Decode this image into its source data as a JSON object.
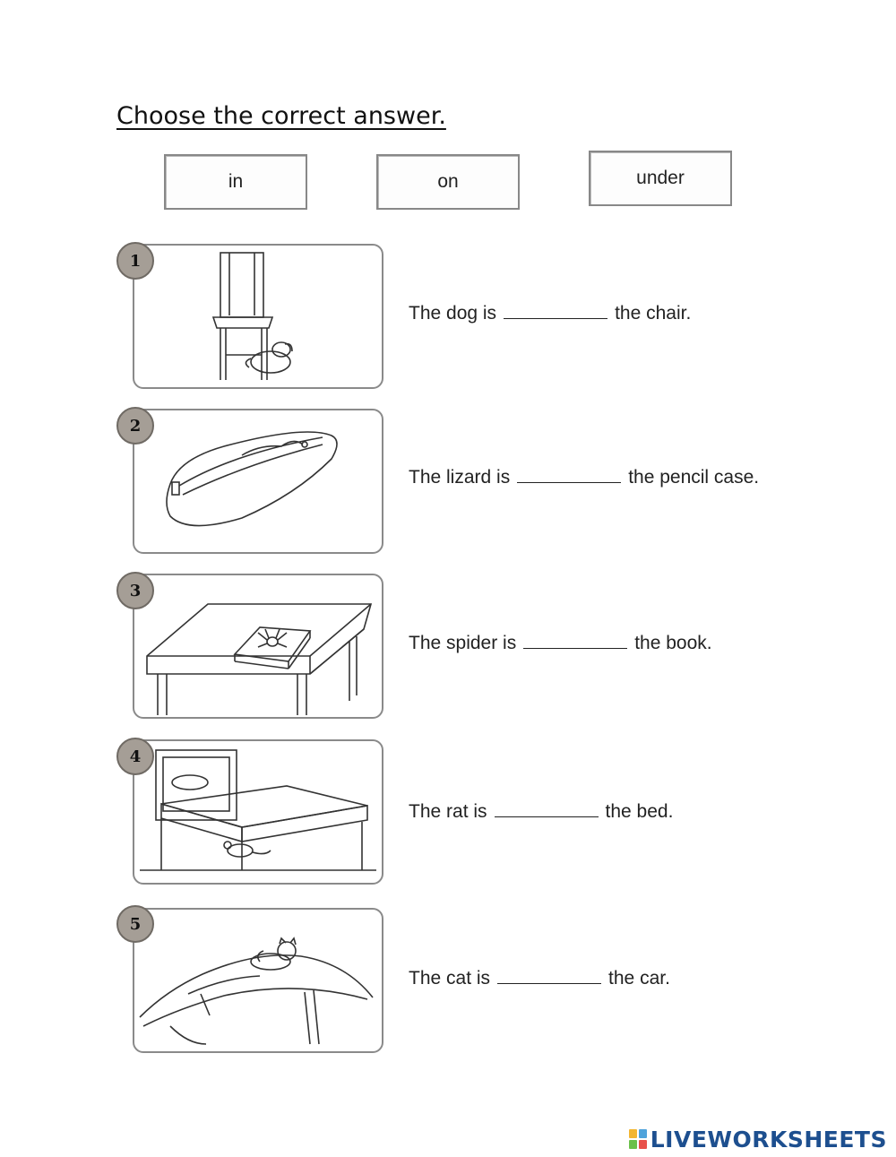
{
  "title": "Choose the correct answer.",
  "word_bank": [
    "in",
    "on",
    "under"
  ],
  "items": [
    {
      "number": "1",
      "before": "The dog is",
      "after": "the chair.",
      "answer": ""
    },
    {
      "number": "2",
      "before": "The lizard is",
      "after": "the pencil case.",
      "answer": ""
    },
    {
      "number": "3",
      "before": "The spider is",
      "after": "the book.",
      "answer": ""
    },
    {
      "number": "4",
      "before": "The rat is",
      "after": "the bed.",
      "answer": ""
    },
    {
      "number": "5",
      "before": "The cat is",
      "after": "the car.",
      "answer": ""
    }
  ],
  "brand": {
    "name": "LIVEWORKSHEETS",
    "color": "#1d4f8f"
  },
  "colors": {
    "badge": "#a59e96",
    "card_border": "#8a8a8a"
  }
}
